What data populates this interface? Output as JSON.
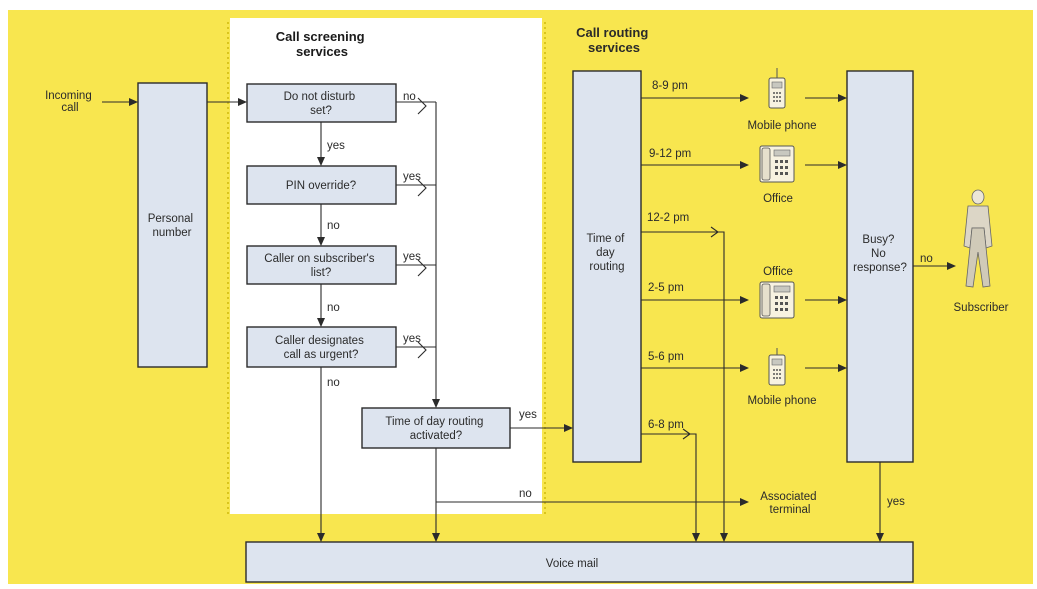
{
  "colors": {
    "background": "#f8e64f",
    "screening_panel": "#ffffff",
    "box_fill": "#dde4ef",
    "line": "#2b2b2b"
  },
  "headers": {
    "screening": [
      "Call screening",
      "services"
    ],
    "routing": [
      "Call routing",
      "services"
    ]
  },
  "nodes": {
    "incoming": [
      "Incoming",
      "call"
    ],
    "personal_number": [
      "Personal",
      "number"
    ],
    "do_not_disturb": [
      "Do not disturb",
      "set?"
    ],
    "pin_override": [
      "PIN override?"
    ],
    "caller_on_list": [
      "Caller on subscriber's",
      "list?"
    ],
    "caller_urgent": [
      "Caller designates",
      "call as urgent?"
    ],
    "tod_activated": [
      "Time of day routing",
      "activated?"
    ],
    "time_of_day_routing": [
      "Time of",
      "day",
      "routing"
    ],
    "busy": [
      "Busy?",
      "No",
      "response?"
    ],
    "voice_mail": "Voice mail",
    "associated_terminal": [
      "Associated",
      "terminal"
    ],
    "subscriber": "Subscriber"
  },
  "edge_labels": {
    "yes": "yes",
    "no": "no"
  },
  "time_slots": [
    "8-9 pm",
    "9-12 pm",
    "12-2 pm",
    "2-5 pm",
    "5-6 pm",
    "6-8 pm"
  ],
  "devices": {
    "mobile_1": "Mobile phone",
    "office_1": "Office",
    "office_2": "Office",
    "mobile_2": "Mobile phone"
  },
  "icons": [
    "mobile-phone-icon",
    "desk-phone-icon",
    "person-icon"
  ]
}
